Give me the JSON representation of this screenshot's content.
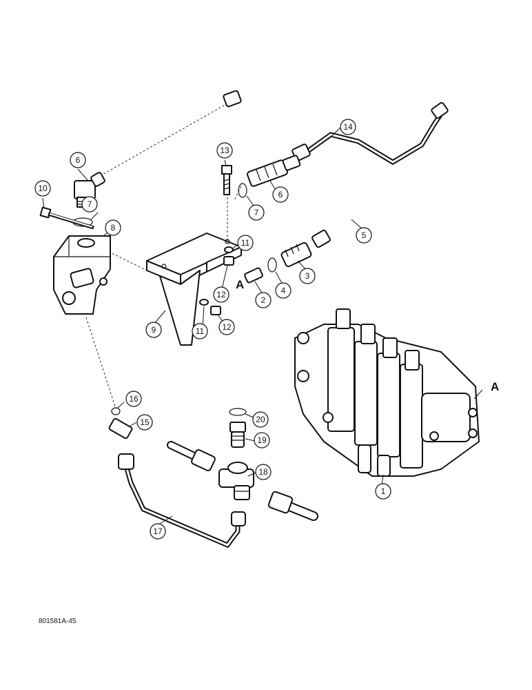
{
  "diagram": {
    "ref_marker": "A",
    "figure_code": "801581A-45",
    "callouts": [
      "1",
      "2",
      "3",
      "4",
      "5",
      "6",
      "6",
      "7",
      "7",
      "8",
      "9",
      "10",
      "11",
      "11",
      "12",
      "12",
      "13",
      "14",
      "15",
      "16",
      "17",
      "18",
      "19",
      "20"
    ]
  }
}
